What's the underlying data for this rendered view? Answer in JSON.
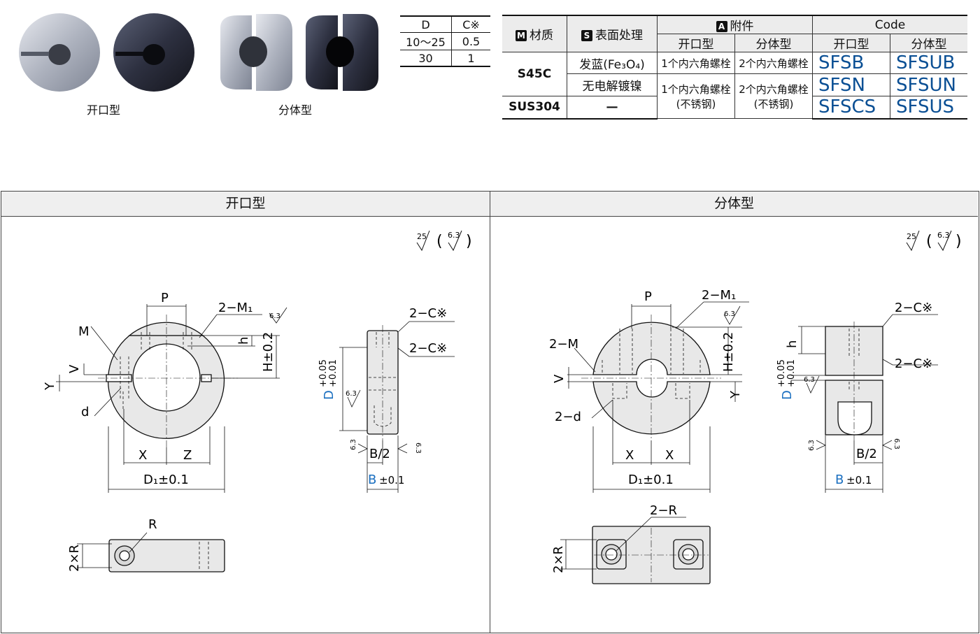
{
  "photos": {
    "caption_open": "开口型",
    "caption_split": "分体型"
  },
  "dc_table": {
    "header": [
      "D",
      "C※"
    ],
    "rows": [
      [
        "10〜25",
        "0.5"
      ],
      [
        "30",
        "1"
      ]
    ]
  },
  "spec_table": {
    "material_header": "材质",
    "material_badge": "M",
    "surface_header": "表面处理",
    "surface_badge": "S",
    "accessory_header": "附件",
    "accessory_badge": "A",
    "code_header": "Code",
    "sub_open": "开口型",
    "sub_split": "分体型",
    "code_sub_open": "开口型",
    "code_sub_split": "分体型",
    "mat_s45c": "S45C",
    "mat_sus304": "SUS304",
    "surf_black": "发蓝(Fe₃O₄)",
    "surf_nickel": "无电解镀镍",
    "surf_none": "—",
    "acc_open_1": "1个内六角螺栓",
    "acc_split_1": "2个内六角螺栓",
    "acc_open_2": "1个内六角螺栓",
    "acc_open_2b": "(不锈钢)",
    "acc_split_2": "2个内六角螺栓",
    "acc_split_2b": "(不锈钢)",
    "codes": [
      [
        "SFSB",
        "SFSUB"
      ],
      [
        "SFSN",
        "SFSUN"
      ],
      [
        "SFSCS",
        "SFSUS"
      ]
    ]
  },
  "sections": {
    "open_title": "开口型",
    "split_title": "分体型"
  },
  "drawing_labels": {
    "roughness_main": "25",
    "roughness_sub": "6.3",
    "P": "P",
    "M1_2": "2−M₁",
    "M": "M",
    "M_2": "2−M",
    "h": "h",
    "H": "H±0.2",
    "V": "V",
    "Y": "Y",
    "d": "d",
    "d_2": "2−d",
    "X": "X",
    "Z": "Z",
    "D1": "D₁±0.1",
    "C_2": "2−C※",
    "D_tol": "D",
    "D_tol_plus": "+0.05",
    "D_tol_minus": "+0.01",
    "B_half": "B/2",
    "B": "B",
    "B_tol": "±0.1",
    "R": "R",
    "R_2": "2−R",
    "twoR": "2×R",
    "rough_63": "6.3"
  }
}
